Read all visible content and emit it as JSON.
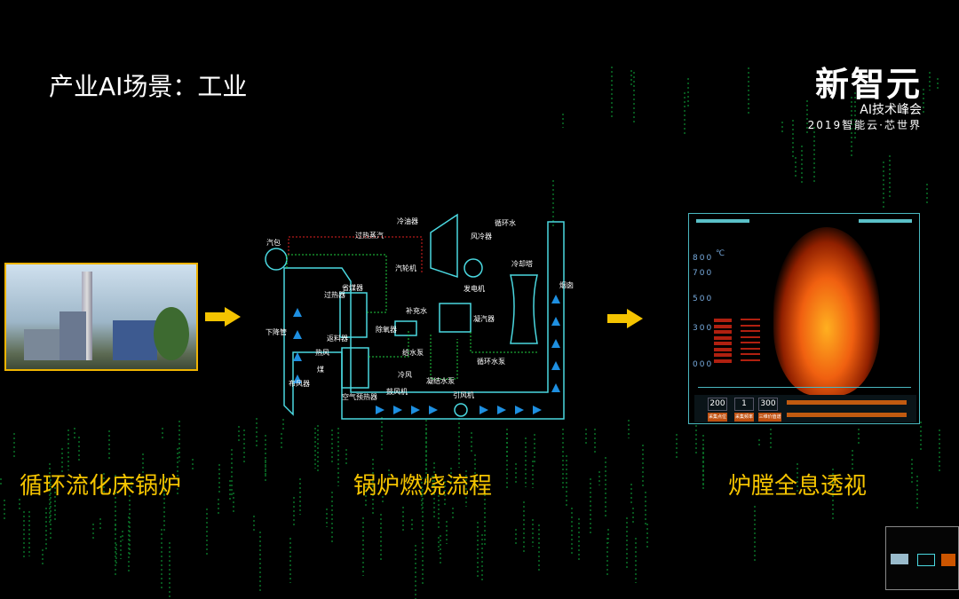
{
  "slide": {
    "title": "产业AI场景：工业"
  },
  "logo": {
    "main": "新智元",
    "sub": "AI技术峰会",
    "year": "2019智能云·芯世界"
  },
  "sections": [
    {
      "caption": "循环流化床锅炉"
    },
    {
      "caption": "锅炉燃烧流程"
    },
    {
      "caption": "炉膛全息透视"
    }
  ],
  "diagram": {
    "labels": {
      "drum": "汽包",
      "superheated": "过热蒸汽",
      "oil_cooler": "冷油器",
      "circ_water": "循环水",
      "air_cooler": "风冷器",
      "turbine": "汽轮机",
      "generator": "发电机",
      "cooling_tower": "冷却塔",
      "chimney": "烟囱",
      "superheater": "过热器",
      "economizer": "省煤器",
      "makeup_water": "补充水",
      "deaerator": "除氧器",
      "condenser": "凝汽器",
      "downcomer": "下降管",
      "separator": "返料器",
      "hot_air": "热风",
      "coal": "煤",
      "feed_pump": "给水泵",
      "circ_pump": "循环水泵",
      "cold_air": "冷风",
      "blower": "鼓风机",
      "condensate_pump": "凝结水泵",
      "air_preheater": "空气预热器",
      "induced_fan": "引风机",
      "air_distributor": "布风器"
    }
  },
  "panel": {
    "unit": "℃",
    "axis": [
      "800",
      "700",
      "500",
      "300",
      "000"
    ],
    "values": [
      "200",
      "1",
      "300"
    ],
    "buttons": [
      "采集点位",
      "采集频率",
      "三维价值谱"
    ]
  },
  "colors": {
    "accent": "#f5c400",
    "cyan": "#4ad8e0"
  }
}
